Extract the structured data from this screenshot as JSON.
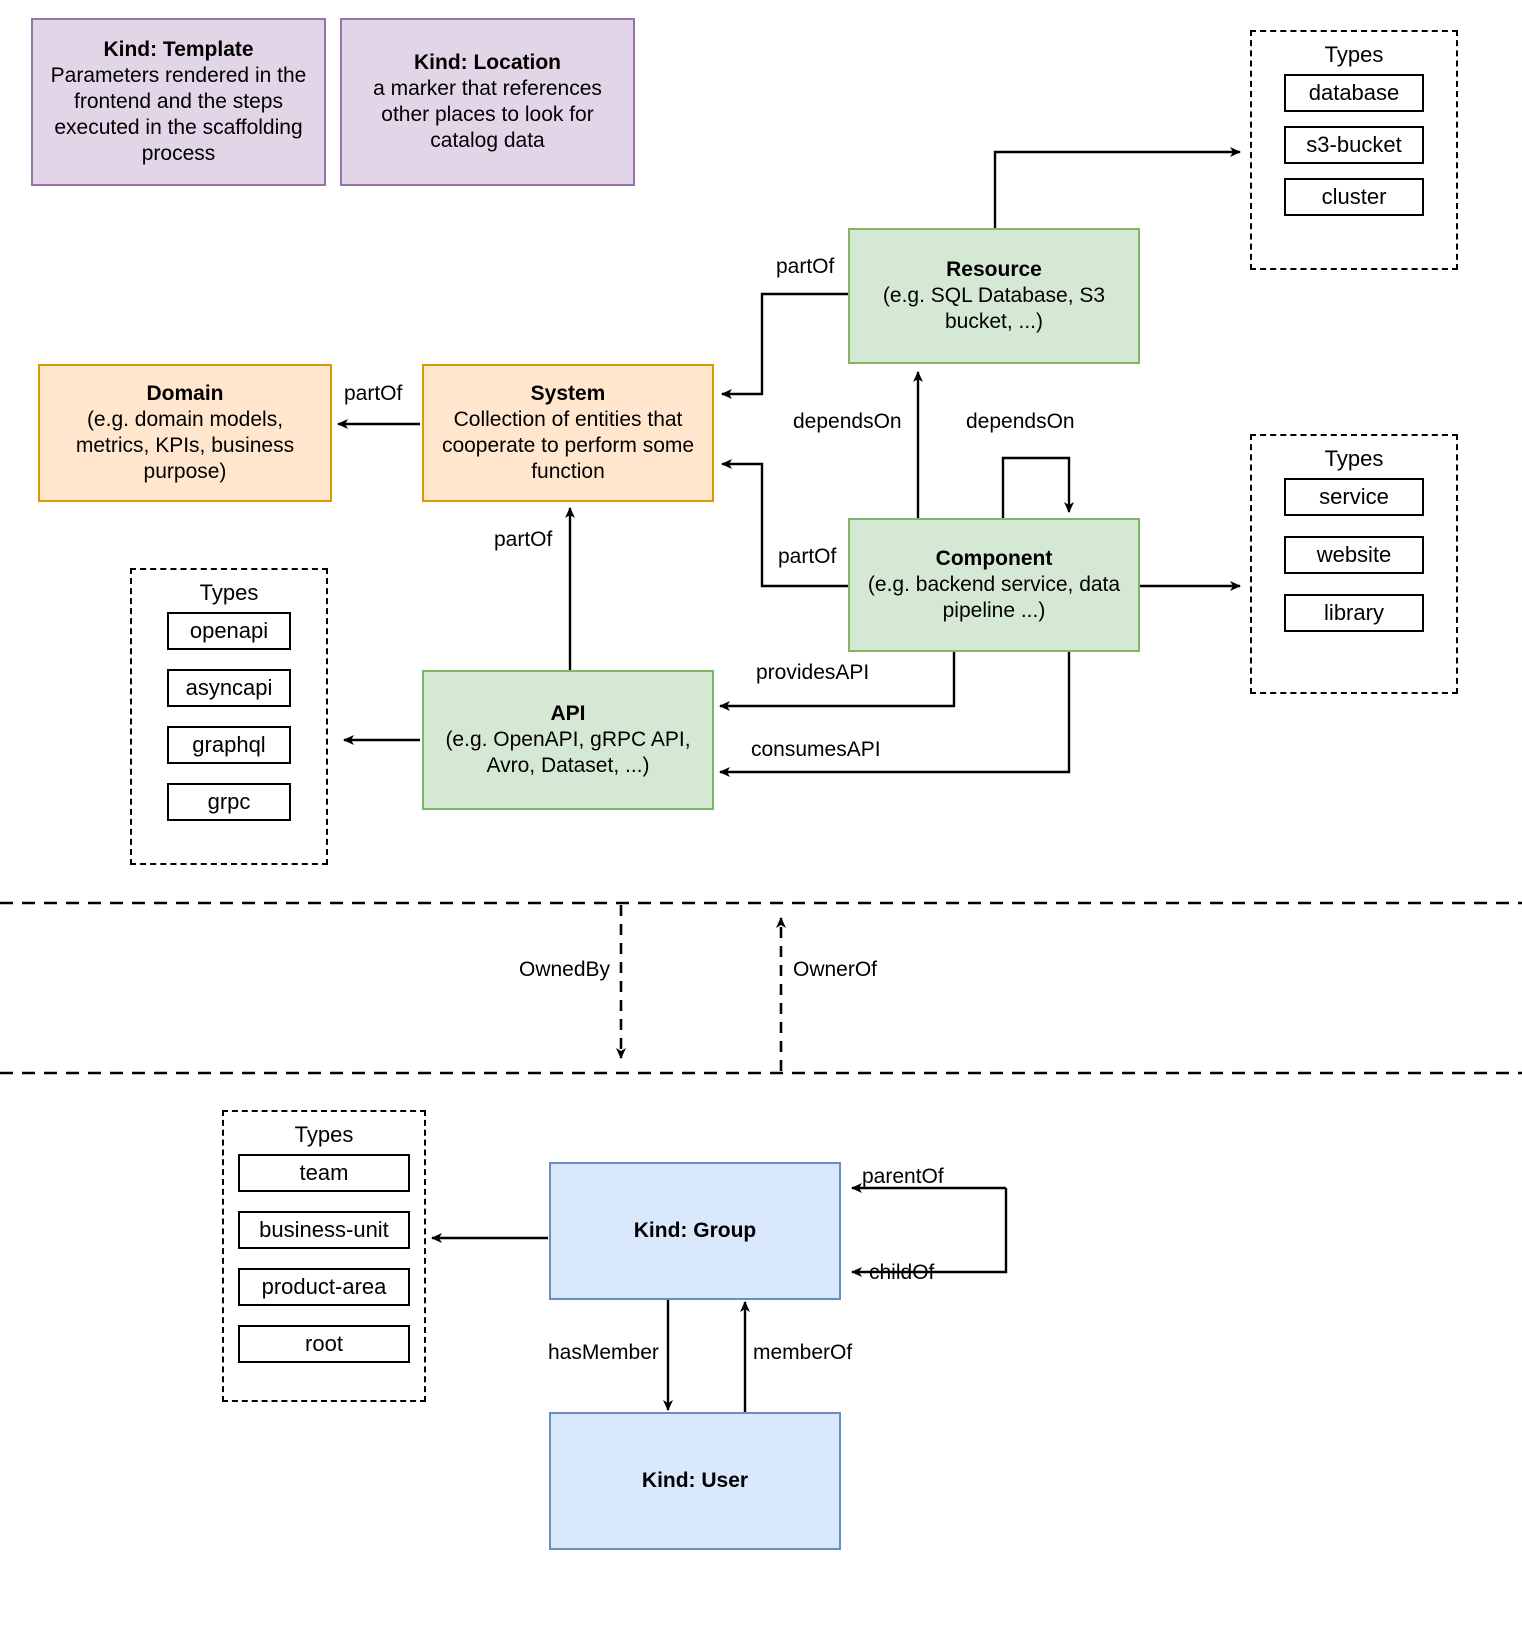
{
  "diagram": {
    "title": "Backstage catalog entity kinds and relations",
    "colors": {
      "purple_fill": "#e1d5e7",
      "purple_border": "#9673a6",
      "orange_fill": "#ffe6cc",
      "orange_border": "#d79b00",
      "green_fill": "#d5e8d4",
      "green_border": "#82b366",
      "blue_fill": "#dae8fc",
      "blue_border": "#6c8ebf",
      "line": "#000000"
    }
  },
  "entities": {
    "template": {
      "title": "Kind: Template",
      "description": "Parameters rendered in the frontend and the steps executed in  the scaffolding process"
    },
    "location": {
      "title": "Kind: Location",
      "description": "a marker that references other places to look for catalog data"
    },
    "domain": {
      "title": "Domain",
      "description": "(e.g.  domain models, metrics, KPIs, business purpose)"
    },
    "system": {
      "title": "System",
      "description": "Collection of entities that cooperate to perform some function"
    },
    "resource": {
      "title": "Resource",
      "description": "(e.g. SQL Database, S3 bucket, ...)"
    },
    "component": {
      "title": "Component",
      "description": "(e.g. backend service, data pipeline ...)"
    },
    "api": {
      "title": "API",
      "description": "(e.g. OpenAPI, gRPC API, Avro, Dataset, ...)"
    },
    "group": {
      "title": "Kind: Group",
      "description": ""
    },
    "user": {
      "title": "Kind: User",
      "description": ""
    }
  },
  "types_groups": {
    "resource_types": {
      "heading": "Types",
      "items": [
        "database",
        "s3-bucket",
        "cluster"
      ]
    },
    "component_types": {
      "heading": "Types",
      "items": [
        "service",
        "website",
        "library"
      ]
    },
    "api_types": {
      "heading": "Types",
      "items": [
        "openapi",
        "asyncapi",
        "graphql",
        "grpc"
      ]
    },
    "group_types": {
      "heading": "Types",
      "items": [
        "team",
        "business-unit",
        "product-area",
        "root"
      ]
    }
  },
  "relations": {
    "resource_partof_system": "partOf",
    "system_partof_domain": "partOf",
    "component_dependson_resource": "dependsOn",
    "component_dependson_component": "dependsOn",
    "component_partof_system": "partOf",
    "api_partof_system": "partOf",
    "component_providesapi_api": "providesAPI",
    "component_consumesapi_api": "consumesAPI",
    "owned_by": "OwnedBy",
    "owner_of": "OwnerOf",
    "group_parentof_group": "parentOf",
    "group_childof_group": "childOf",
    "group_hasmember_user": "hasMember",
    "user_memberof_group": "memberOf"
  }
}
